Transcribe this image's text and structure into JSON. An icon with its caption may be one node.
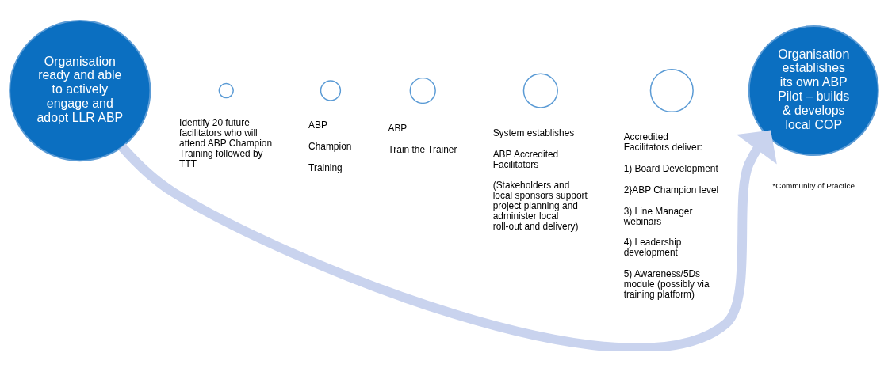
{
  "diagram": {
    "nodes": [
      {
        "text": [
          "Organisation ready and able to actively engage and adopt LLR ABP"
        ]
      },
      {
        "text": [],
        "shape": "circle",
        "beside": [
          "Identify 20 future facilitators who will attend ABP Champion Training followed by TTT"
        ]
      },
      {
        "text": [],
        "shape": "circle",
        "beside": [
          "ABP",
          "Champion",
          "Training"
        ]
      },
      {
        "text": [],
        "shape": "circle",
        "beside": [
          "ABP",
          "Train the Trainer"
        ]
      },
      {
        "text": [],
        "shape": "circle",
        "beside": [
          "System establishes",
          "ABP Accredited Facilitators",
          "(Stakeholders and local sponsors support project planning and administer local roll-out and delivery)"
        ]
      },
      {
        "text": [],
        "shape": "circle",
        "beside": [
          "Accredited Facilitators deliver:",
          "1) Board Development",
          "2}ABP Champion level",
          "3) Line Manager webinars",
          "4) Leadership development",
          "5) Awareness/5Ds module (possibly via training platform)"
        ]
      },
      {
        "text": [
          "Organisation establishes its own ABP Pilot – builds & develops local COP"
        ]
      }
    ],
    "edges": [
      {
        "from": 0,
        "to": 6,
        "arrow": "to",
        "color": "#c9d3ee"
      }
    ],
    "labels": [
      "*Community of Practice"
    ]
  }
}
